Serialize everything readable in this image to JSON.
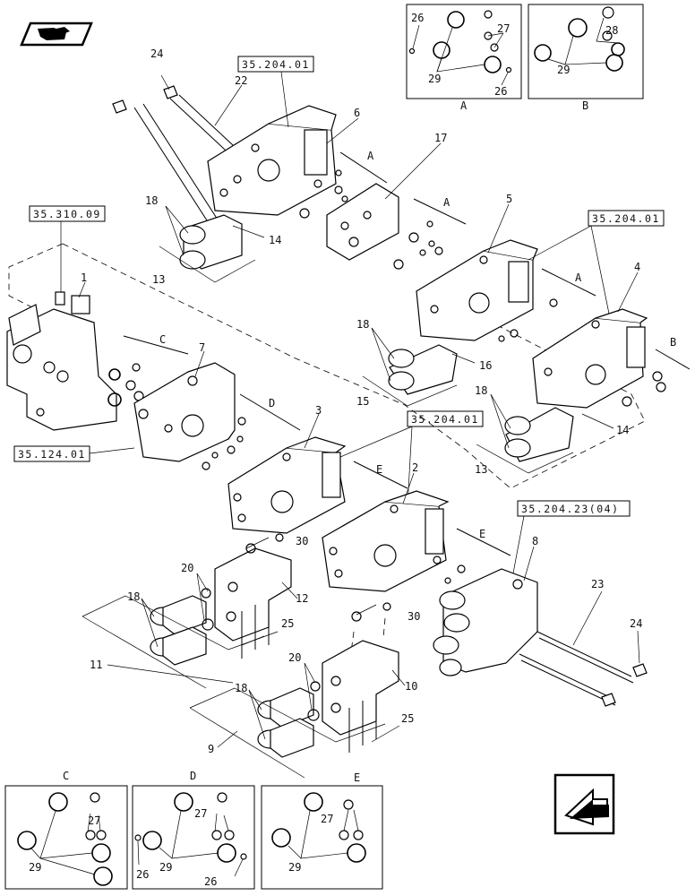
{
  "references": {
    "r1": "35.204.01",
    "r2": "35.310.09",
    "r3": "35.204.01",
    "r4": "35.124.01",
    "r5": "35.204.01",
    "r6": "35.204.23(04)"
  },
  "callouts": {
    "c1": "1",
    "c2": "2",
    "c3": "3",
    "c4": "4",
    "c5": "5",
    "c6": "6",
    "c7": "7",
    "c8": "8",
    "c9": "9",
    "c10": "10",
    "c11": "11",
    "c12": "12",
    "c13a": "13",
    "c13b": "13",
    "c14a": "14",
    "c14b": "14",
    "c15": "15",
    "c16": "16",
    "c17": "17",
    "c18a": "18",
    "c18b": "18",
    "c18c": "18",
    "c18d": "18",
    "c18e": "18",
    "c20a": "20",
    "c20b": "20",
    "c22": "22",
    "c23": "23",
    "c24a": "24",
    "c24b": "24",
    "c25a": "25",
    "c25b": "25",
    "c30a": "30",
    "c30b": "30"
  },
  "section_markers": {
    "A1": "A",
    "A2": "A",
    "A3": "A",
    "B1": "B",
    "C1": "C",
    "D1": "D",
    "E1": "E",
    "E2": "E"
  },
  "detail_boxes": {
    "top_a": {
      "label": "A",
      "n26a": "26",
      "n26b": "26",
      "n27": "27",
      "n29": "29"
    },
    "top_b": {
      "label": "B",
      "n28": "28",
      "n29": "29"
    },
    "bottom_c": {
      "label": "C",
      "n27": "27",
      "n29": "29"
    },
    "bottom_d": {
      "label": "D",
      "n26a": "26",
      "n26b": "26",
      "n27": "27",
      "n29": "29"
    },
    "bottom_e": {
      "label": "E",
      "n27": "27",
      "n29": "29"
    }
  },
  "icons": {
    "top_left": "book-hand-icon",
    "bottom_right": "next-page-arrow-icon"
  }
}
